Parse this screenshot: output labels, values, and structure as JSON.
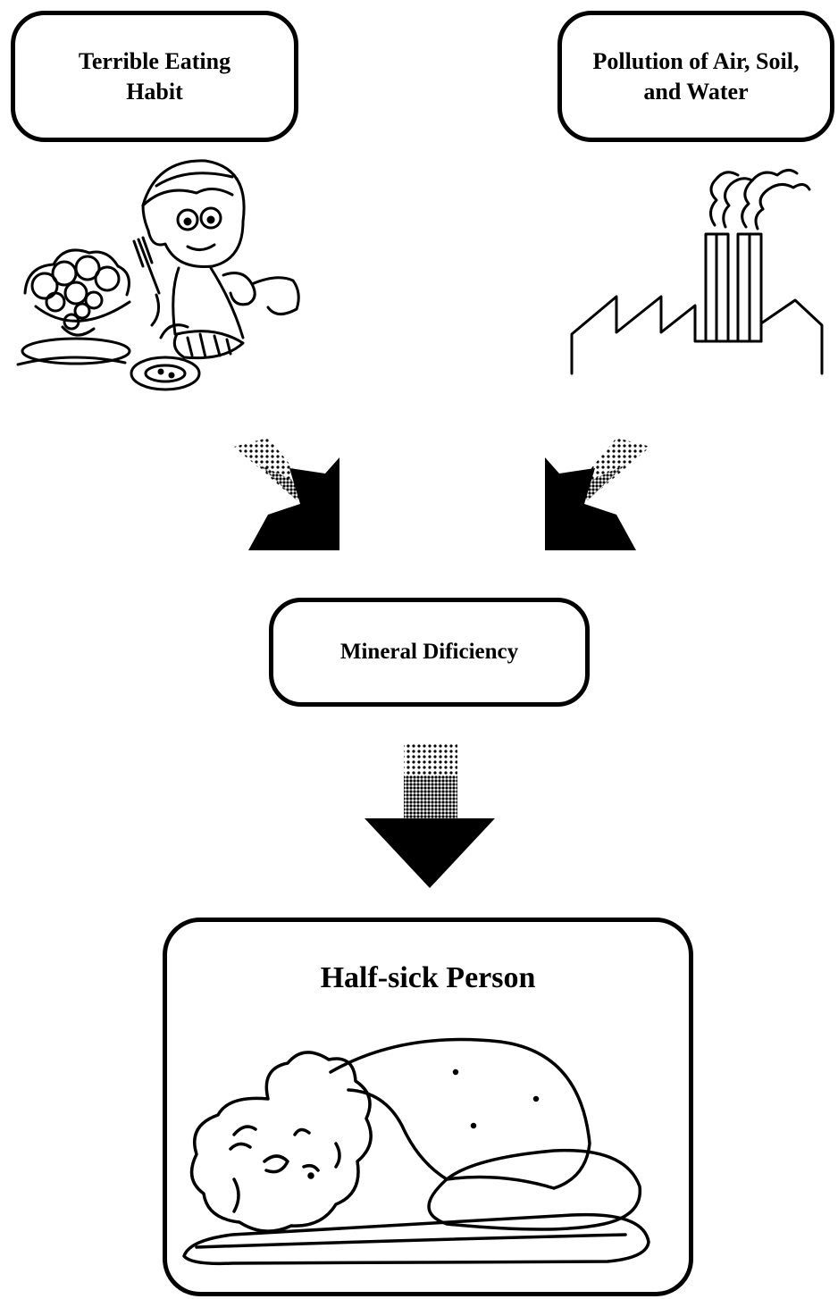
{
  "boxes": {
    "eating": {
      "label": "Terrible Eating\nHabit"
    },
    "pollution": {
      "label": "Pollution of Air, Soil,\nand Water"
    },
    "mineral": {
      "label": "Mineral Dificiency"
    },
    "person": {
      "label": "Half-sick Person"
    }
  },
  "illustrations": {
    "eating": "boy-eating-icon",
    "pollution": "factory-smoke-icon",
    "person": "sleeping-person-icon"
  },
  "arrows": [
    "arrow-down-right-icon",
    "arrow-down-left-icon",
    "arrow-down-icon"
  ],
  "colors": {
    "ink": "#000000",
    "background": "#ffffff"
  }
}
